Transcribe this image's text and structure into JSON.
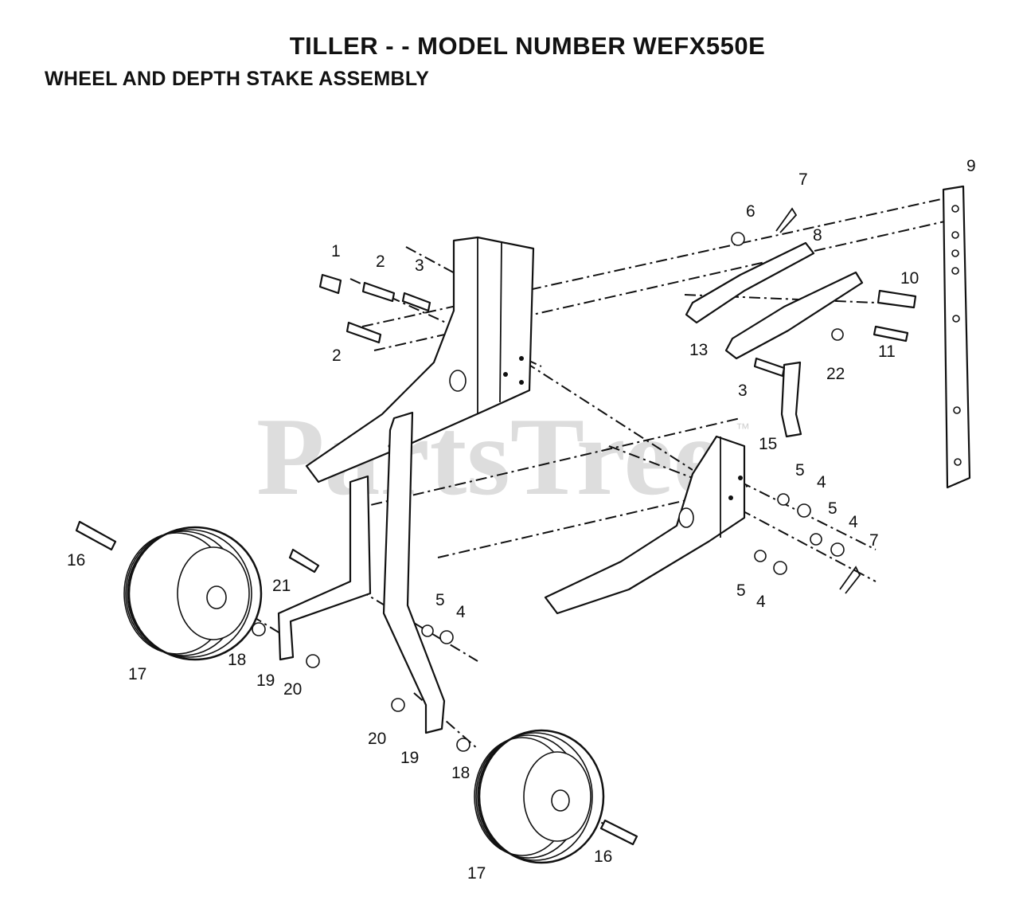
{
  "header": {
    "title": "TILLER - - MODEL NUMBER WEFX550E",
    "subtitle": "WHEEL AND DEPTH STAKE ASSEMBLY"
  },
  "watermark": {
    "text": "PartsTree",
    "mark": "™"
  },
  "callouts": [
    "1",
    "2",
    "2",
    "3",
    "3",
    "4",
    "4",
    "4",
    "4",
    "5",
    "5",
    "5",
    "5",
    "6",
    "7",
    "7",
    "8",
    "9",
    "10",
    "11",
    "13",
    "15",
    "16",
    "16",
    "17",
    "17",
    "18",
    "18",
    "19",
    "19",
    "20",
    "20",
    "21",
    "22"
  ]
}
